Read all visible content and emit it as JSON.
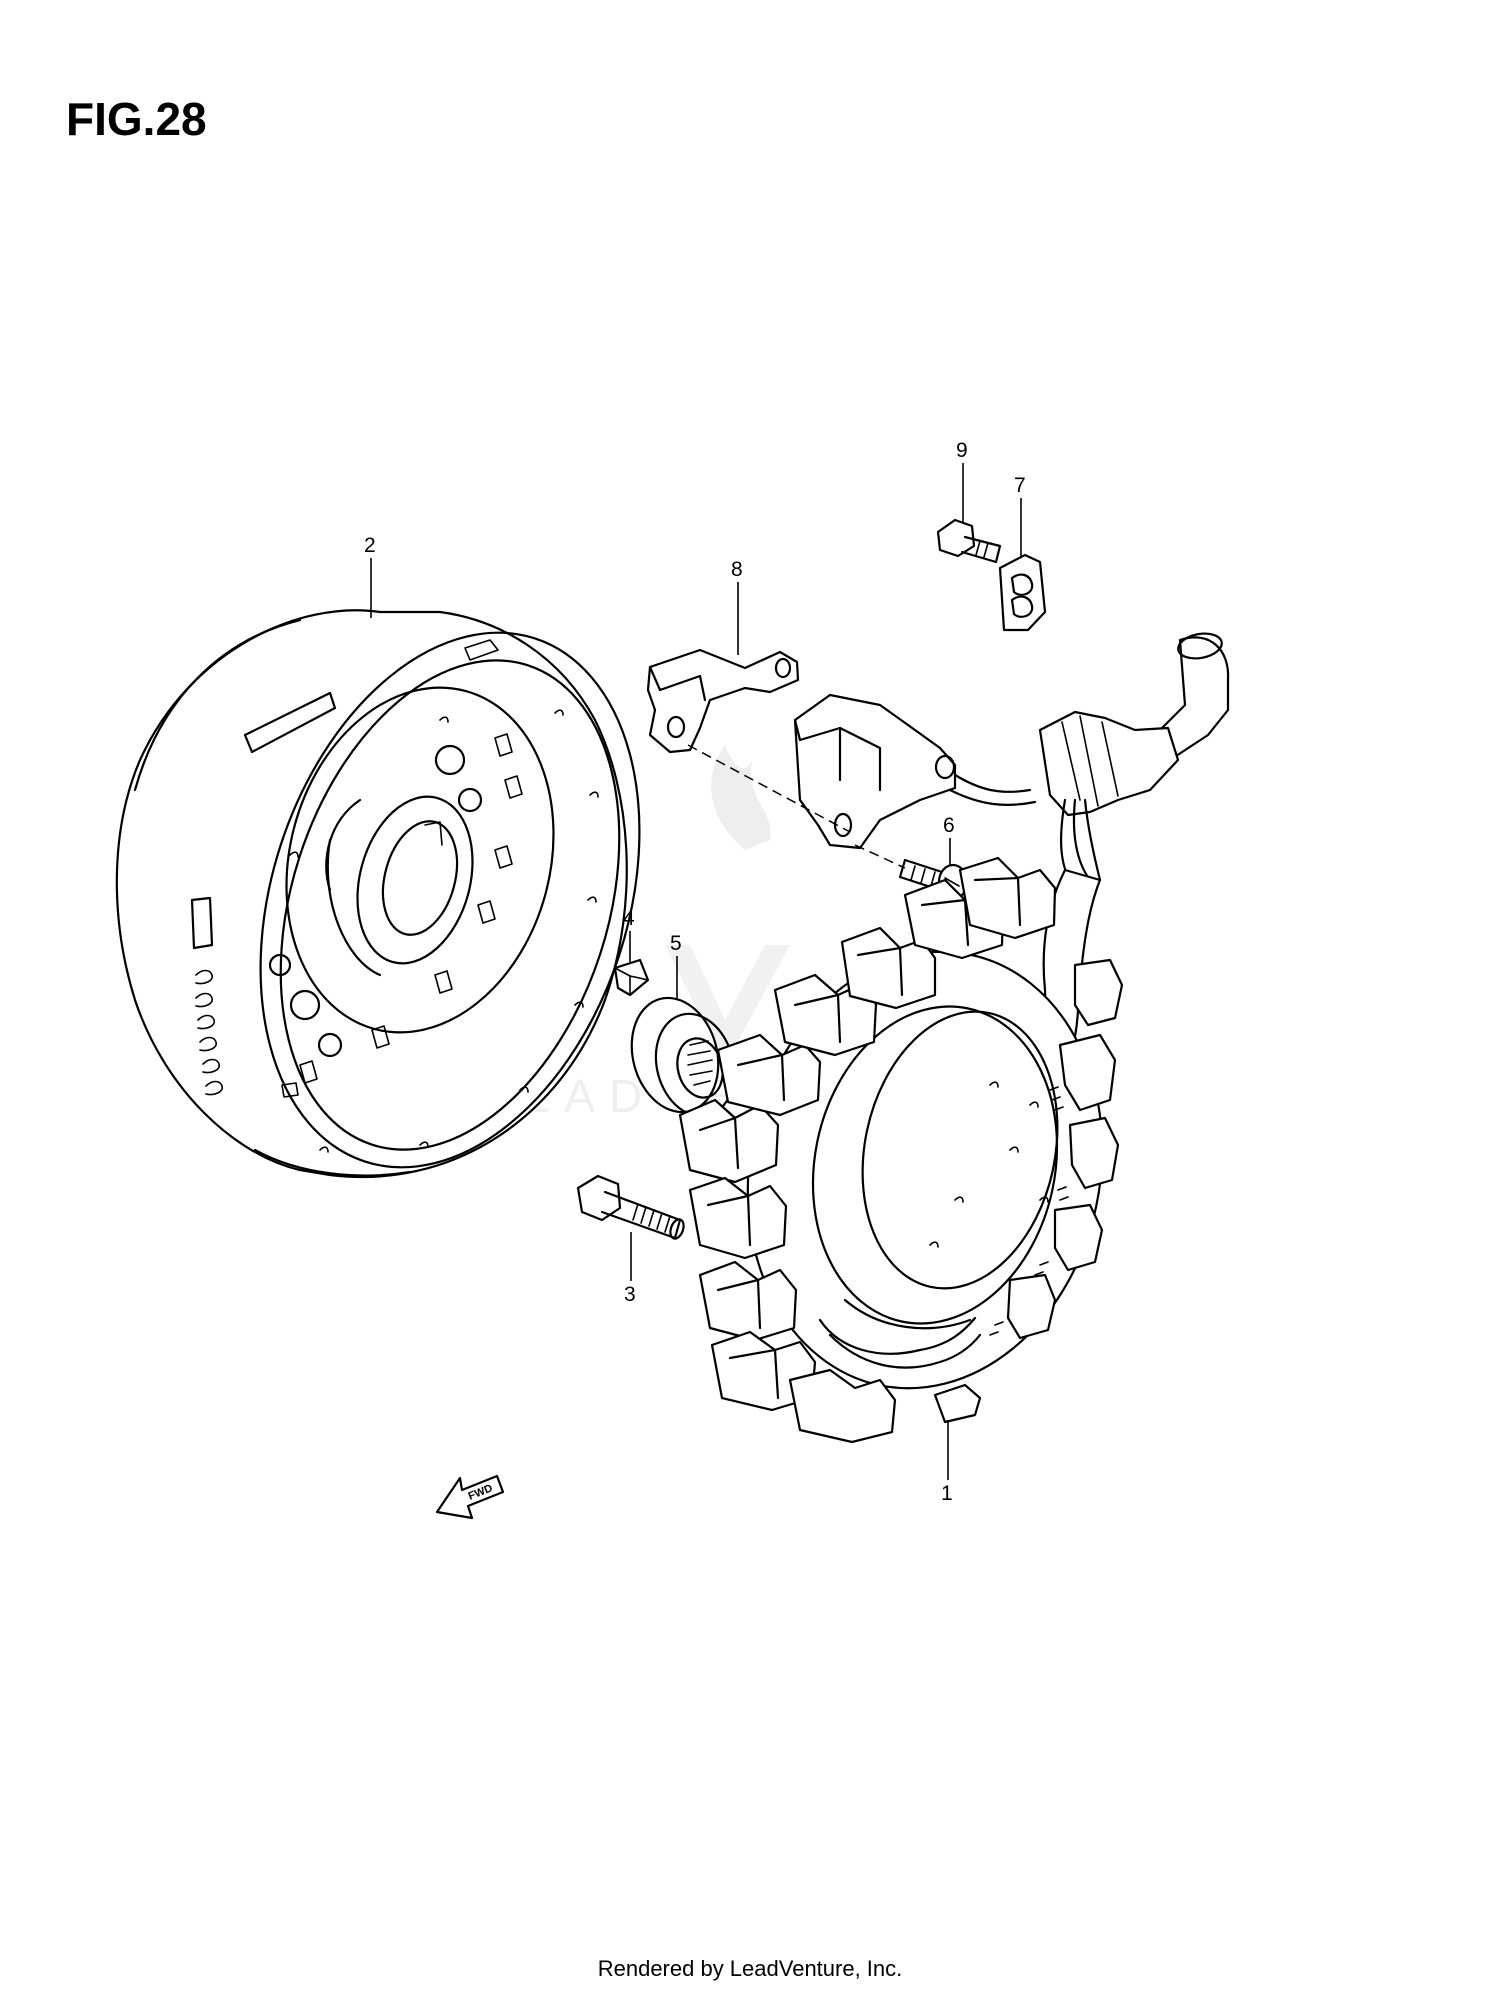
{
  "figure_title": "FIG.28",
  "footer": "Rendered by LeadVenture, Inc.",
  "watermark_text": "LEADVENTURE",
  "direction_marker": "FWD",
  "callouts": [
    "1",
    "2",
    "3",
    "4",
    "5",
    "6",
    "7",
    "8",
    "9"
  ],
  "colors": {
    "line": "#000000",
    "background": "#ffffff",
    "watermark": "#e8e8e8"
  }
}
